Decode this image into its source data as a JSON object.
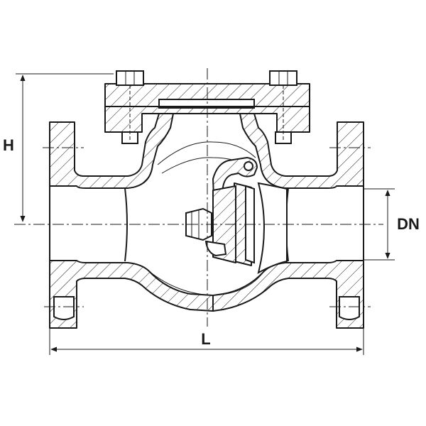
{
  "dimensions": {
    "height_label": "H",
    "length_label": "L",
    "bore_label": "DN"
  },
  "colors": {
    "line": "#1a1a1a",
    "background": "#ffffff"
  }
}
